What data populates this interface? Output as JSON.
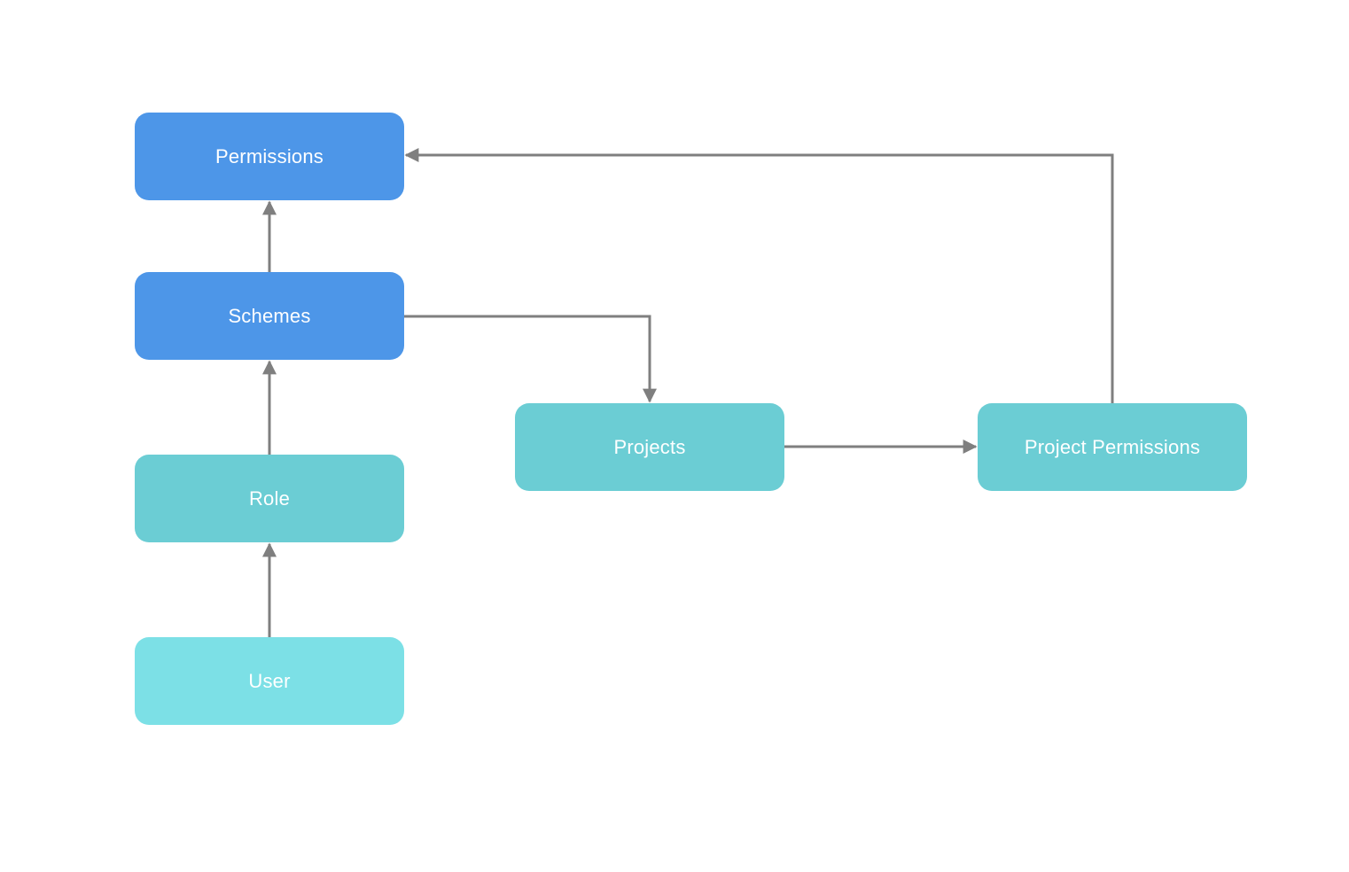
{
  "diagram": {
    "background_color": "#ffffff",
    "connector_color": "#7f7f7f",
    "node_text_color": "#ffffff",
    "nodes": [
      {
        "id": "permissions",
        "label": "Permissions",
        "fill": "#4D96E8"
      },
      {
        "id": "schemes",
        "label": "Schemes",
        "fill": "#4D96E8"
      },
      {
        "id": "role",
        "label": "Role",
        "fill": "#6BCDD4"
      },
      {
        "id": "user",
        "label": "User",
        "fill": "#7CE0E6"
      },
      {
        "id": "projects",
        "label": "Projects",
        "fill": "#6BCDD4"
      },
      {
        "id": "project_permissions",
        "label": "Project Permissions",
        "fill": "#6BCDD4"
      }
    ],
    "edges": [
      {
        "from": "user",
        "to": "role",
        "direction": "up"
      },
      {
        "from": "role",
        "to": "schemes",
        "direction": "up"
      },
      {
        "from": "schemes",
        "to": "permissions",
        "direction": "up"
      },
      {
        "from": "schemes",
        "to": "projects",
        "direction": "right-then-down"
      },
      {
        "from": "projects",
        "to": "project_permissions",
        "direction": "right"
      },
      {
        "from": "project_permissions",
        "to": "permissions",
        "direction": "up-then-left"
      }
    ]
  }
}
